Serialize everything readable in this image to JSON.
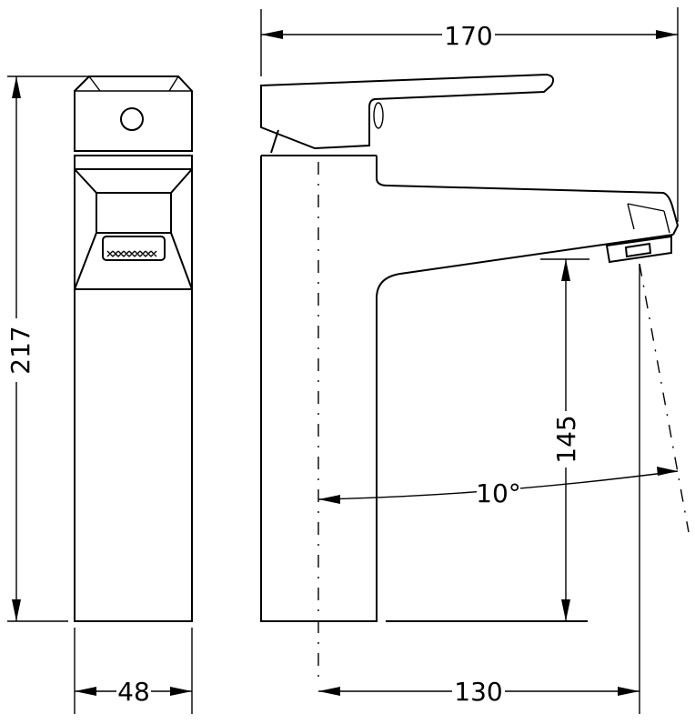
{
  "drawing": {
    "dimensions": {
      "overall_width": "170",
      "overall_height": "217",
      "spout_height": "145",
      "base_width": "48",
      "spout_reach": "130",
      "spout_angle": "10°"
    }
  }
}
